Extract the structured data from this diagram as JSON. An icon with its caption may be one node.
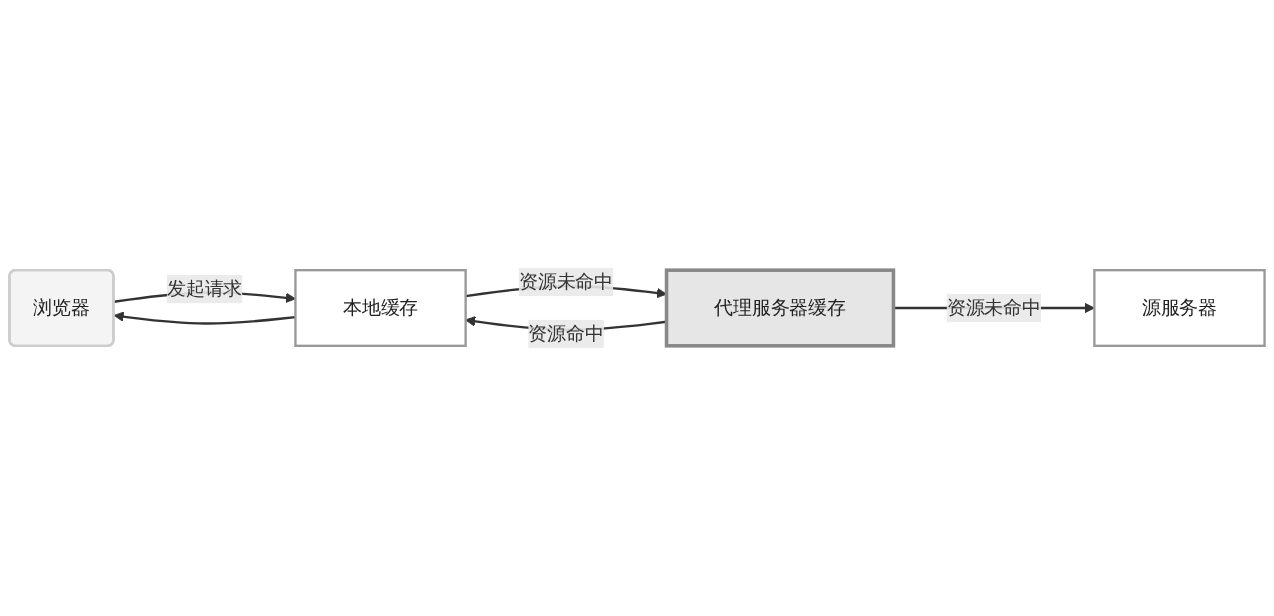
{
  "diagram": {
    "nodes": [
      {
        "text": [
          "浏览器"
        ]
      },
      {
        "text": [
          "本地缓存"
        ]
      },
      {
        "text": [
          "代理服务器缓存"
        ]
      },
      {
        "text": [
          "源服务器"
        ]
      }
    ],
    "edges": [
      {
        "from": 0,
        "to": 1,
        "arrow": "to",
        "label": "发起请求"
      },
      {
        "from": 1,
        "to": 2,
        "arrow": "to",
        "label": "资源未命中"
      },
      {
        "from": 2,
        "to": 3,
        "arrow": "to",
        "label": "资源未命中"
      },
      {
        "from": 2,
        "to": 1,
        "arrow": "to",
        "label": "资源命中"
      },
      {
        "from": 1,
        "to": 0,
        "arrow": "to"
      }
    ]
  }
}
